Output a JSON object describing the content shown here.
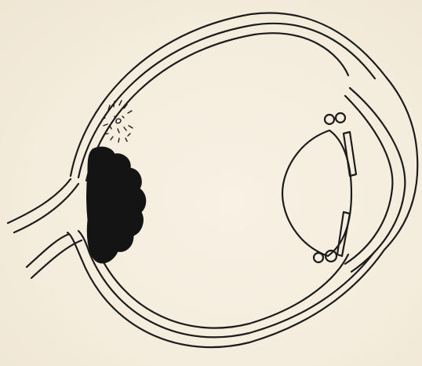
{
  "diagram": {
    "subject": "eye-cross-section",
    "parts": [
      "sclera",
      "choroid",
      "retina",
      "optic-nerve",
      "lens",
      "iris",
      "cornea",
      "tumor",
      "retinal-detachment-spot"
    ]
  },
  "colors": {
    "background": "#f6efe0",
    "ink": "#1c1c1c",
    "tumor": "#141414"
  }
}
